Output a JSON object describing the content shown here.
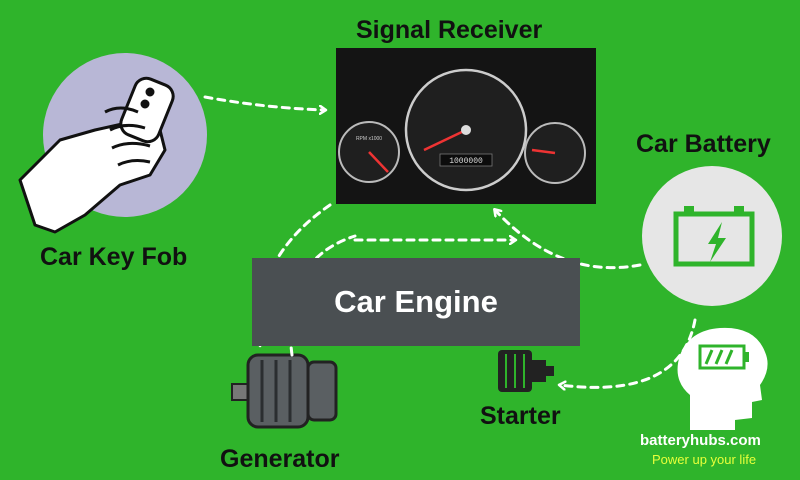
{
  "nodes": {
    "signal_receiver": "Signal Receiver",
    "car_key_fob": "Car Key Fob",
    "car_battery": "Car Battery",
    "car_engine": "Car Engine",
    "generator": "Generator",
    "starter": "Starter"
  },
  "dashboard": {
    "left_gauge_text": "RPM x1000",
    "odometer": "1000000"
  },
  "branding": {
    "site": "batteryhubs.com",
    "tagline": "Power up your life"
  },
  "colors": {
    "background": "#2fb42b",
    "engine_box": "#4a4f52",
    "circle_fob": "#b8b7d6",
    "circle_battery": "#e6e6e6",
    "tagline": "#e8ff3a",
    "arrow": "#ffffff"
  },
  "icons": [
    "hand-key-fob-icon",
    "battery-icon",
    "generator-icon",
    "starter-motor-icon",
    "battery-head-logo-icon"
  ]
}
